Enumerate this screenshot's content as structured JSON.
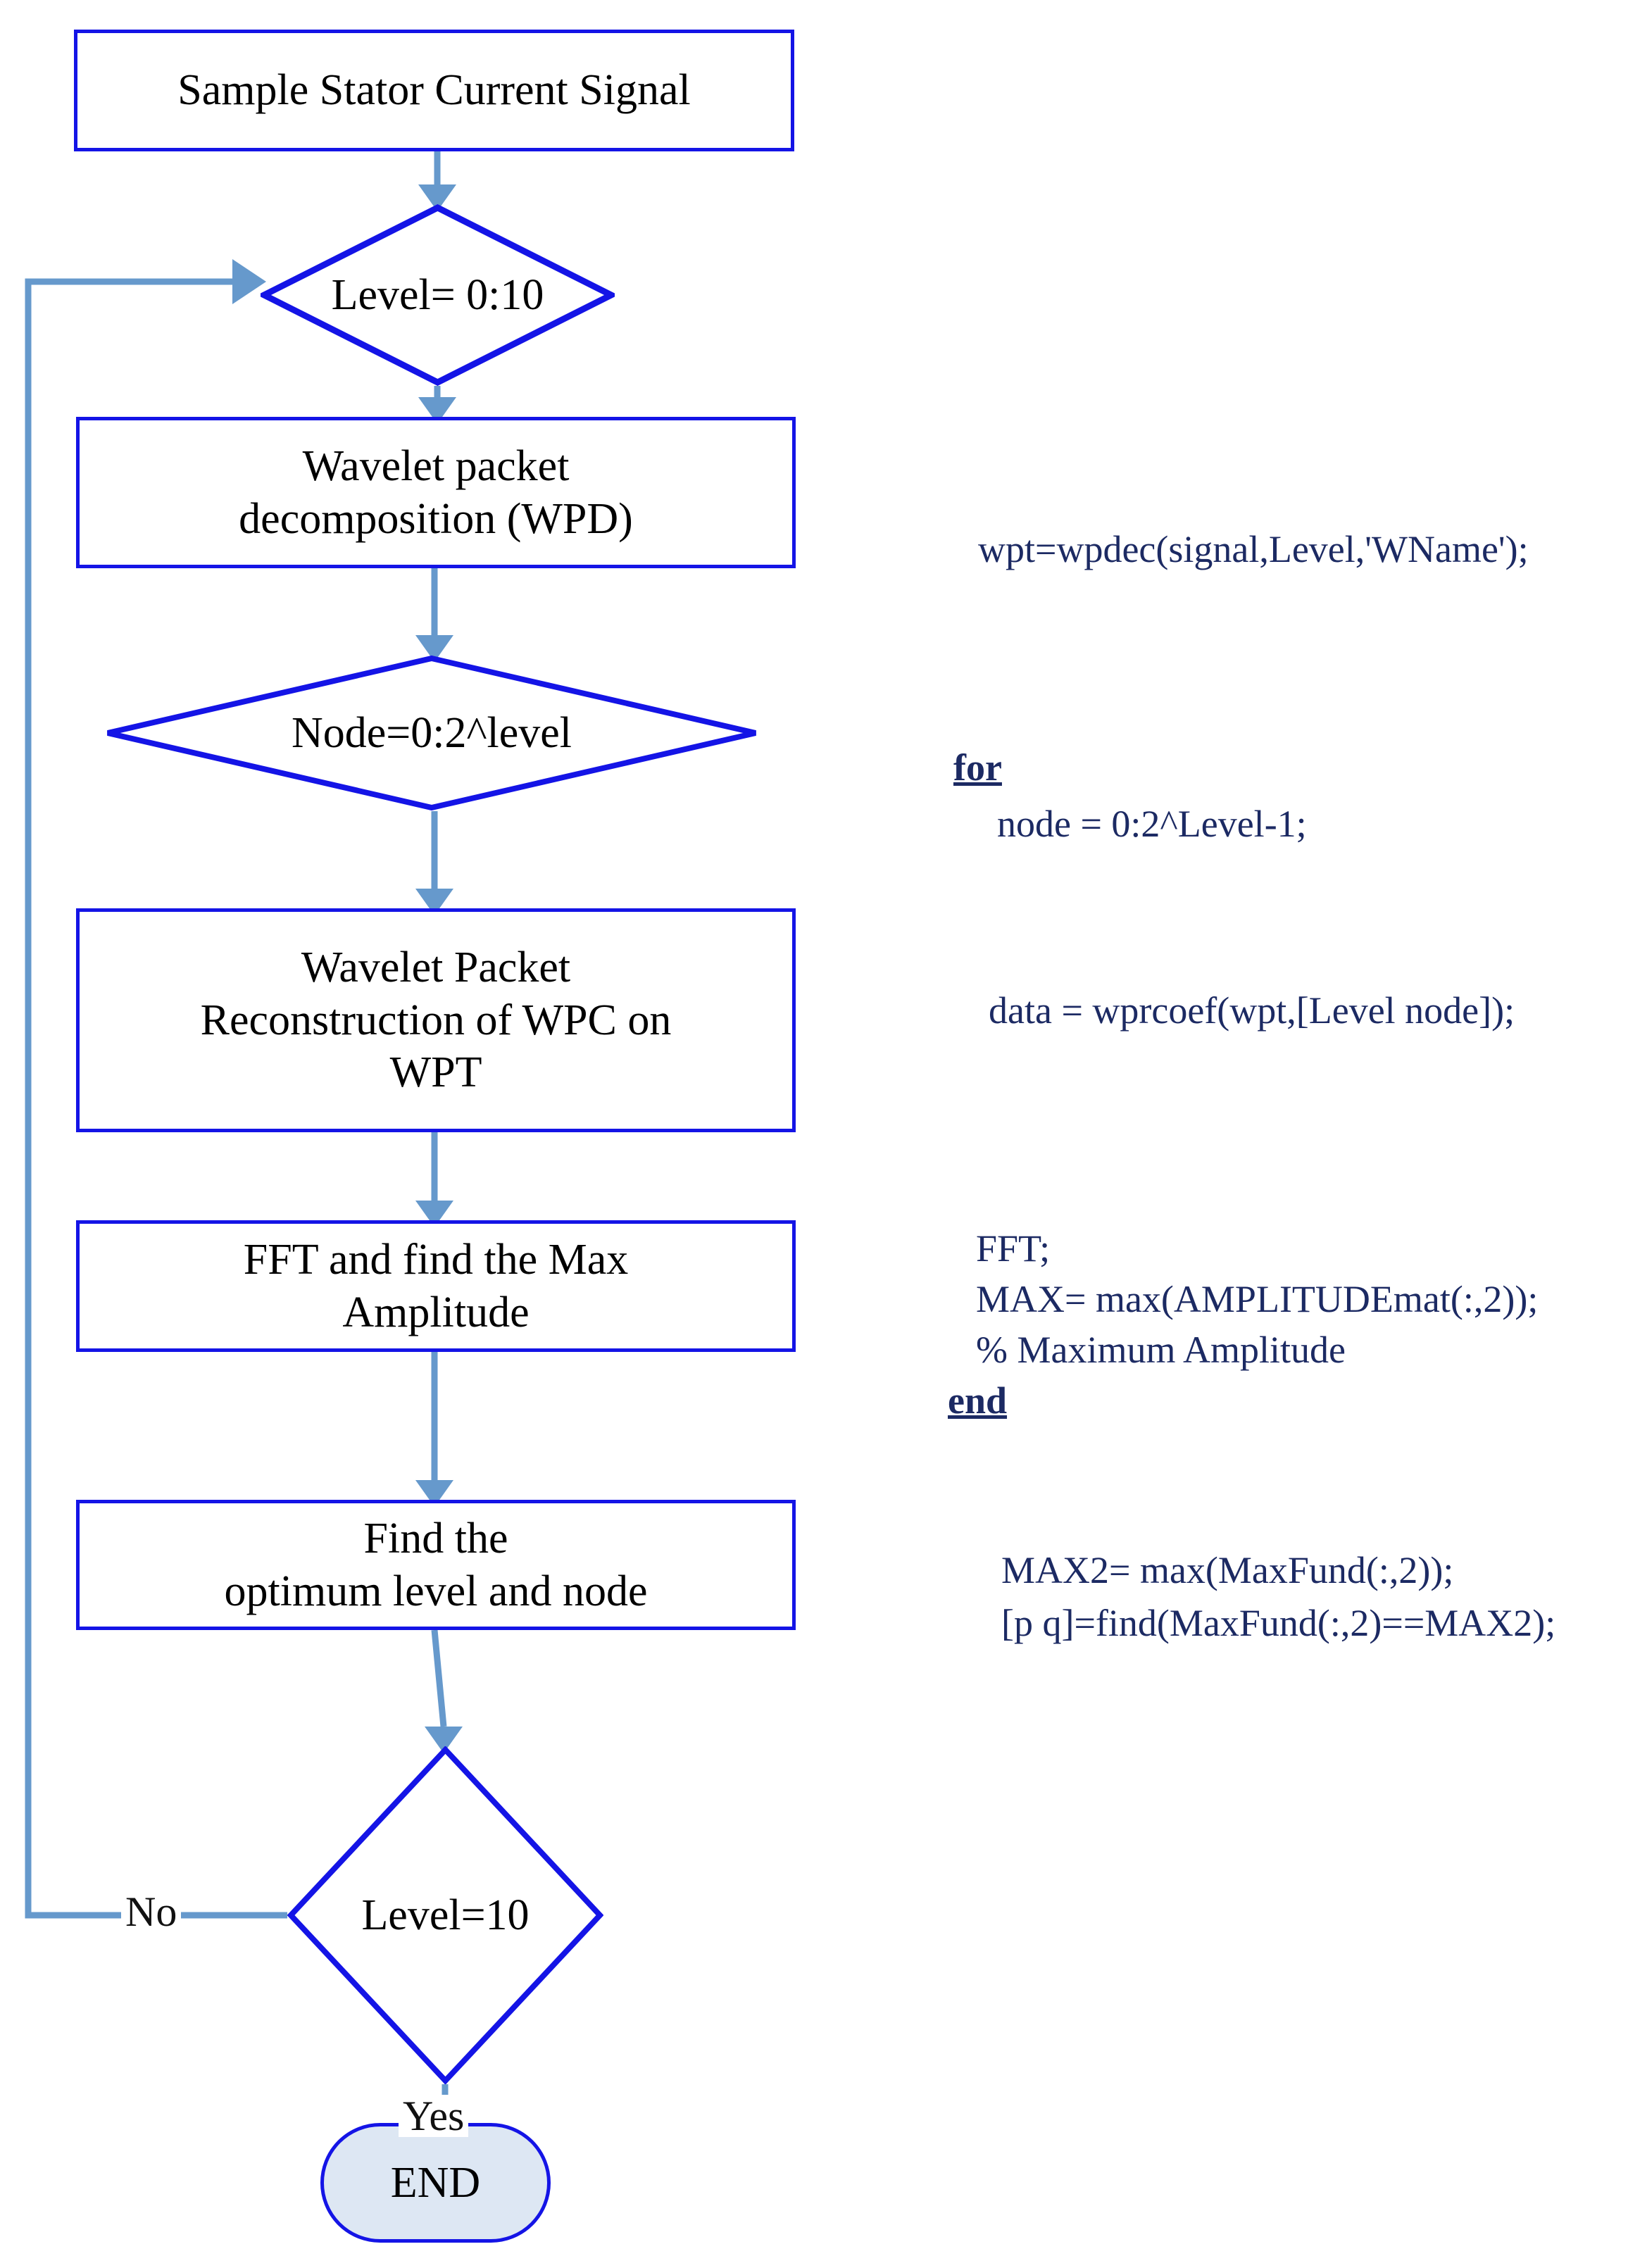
{
  "diagram": {
    "title": "Wavelet packet optimum level and node selection flowchart",
    "colors": {
      "shape_stroke": "#1414e6",
      "connector": "#6699cc",
      "code_text": "#1c2a63",
      "terminator_fill": "#dde7f3",
      "shape_text": "#000000",
      "background": "#ffffff"
    },
    "nodes": {
      "start_box": "Sample Stator Current Signal",
      "level_loop_decision": "Level= 0:10",
      "wpd_box_line1": "Wavelet packet",
      "wpd_box_line2": "decomposition (WPD)",
      "node_loop_decision": "Node=0:2^level",
      "reconstruction_box_line1": "Wavelet Packet",
      "reconstruction_box_line2": "Reconstruction of WPC on",
      "reconstruction_box_line3": "WPT",
      "fft_box_line1": "FFT and find the Max",
      "fft_box_line2": "Amplitude",
      "optimum_box_line1": "Find the",
      "optimum_box_line2": "optimum level and node",
      "final_decision": "Level=10",
      "end_terminator": "END"
    },
    "edge_labels": {
      "no": "No",
      "yes": "Yes"
    },
    "code_annotations": {
      "wpdec": "wpt=wpdec(signal,Level,'WName');",
      "for_keyword": "for",
      "node_loop": "node = 0:2^Level-1;",
      "wprcoef": "data = wprcoef(wpt,[Level node]);",
      "fft": "FFT;",
      "max_amplitude": "MAX= max(AMPLITUDEmat(:,2));",
      "max_amplitude_comment": "% Maximum Amplitude",
      "end_keyword": "end",
      "max2": "MAX2= max(MaxFund(:,2));",
      "find_pq": "[p q]=find(MaxFund(:,2)==MAX2);"
    }
  }
}
